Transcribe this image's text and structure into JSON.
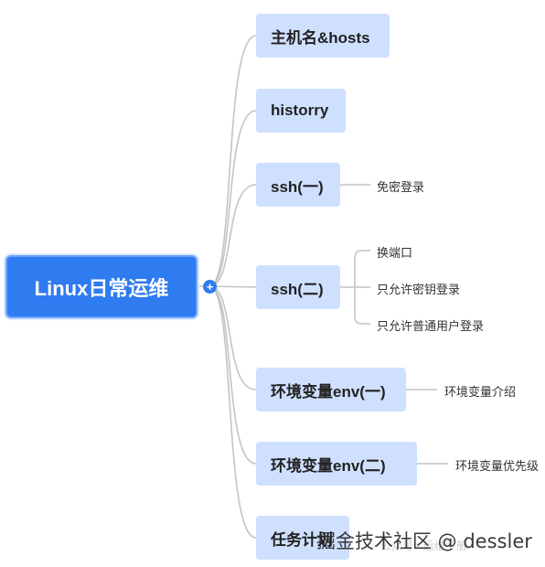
{
  "root": {
    "label": "Linux日常运维"
  },
  "branches": [
    {
      "label": "主机名&hosts"
    },
    {
      "label": "historry"
    },
    {
      "label": "ssh(一)",
      "children": [
        "免密登录"
      ]
    },
    {
      "label": "ssh(二)",
      "children": [
        "换端口",
        "只允许密钥登录",
        "只允许普通用户登录"
      ]
    },
    {
      "label": "环境变量env(一)",
      "children": [
        "环境变量介绍"
      ]
    },
    {
      "label": "环境变量env(二)",
      "children": [
        "环境变量优先级"
      ]
    },
    {
      "label": "任务计划"
    }
  ],
  "expand_icon": "plus-circle-icon",
  "watermark": {
    "text": "掘金技术社区 @ dessler",
    "secondary": "公众号 · 运维手册"
  },
  "colors": {
    "root": "#2f7bf0",
    "branch": "#cfe0ff",
    "line": "#c4c4c4"
  }
}
